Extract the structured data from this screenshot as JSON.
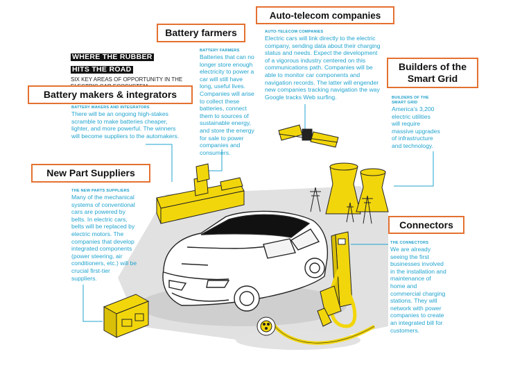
{
  "colors": {
    "accent_orange": "#e4702f",
    "text_blue": "#1fa3cf",
    "yellow": "#f2d60c",
    "shadow_gray": "#d8d8d8"
  },
  "title": {
    "line1": "WHERE THE RUBBER",
    "line2": "HITS THE ROAD",
    "subtitle": "SIX KEY AREAS OF OPPORTUNITY IN THE ELECTRIC CAR ECOSYSTEM"
  },
  "sections": {
    "auto_telecom": {
      "box_label": "Auto-telecom companies",
      "heading": "AUTO-TELECOM COMPANIES",
      "body": "Electric cars will link directly to the electric company, sending data about their charging status and needs. Expect the development of a vigorous industry centered on this communications path. Companies will be able to monitor car components and navigation records. The latter will engender new companies tracking navigation the way Google tracks Web surfing."
    },
    "battery_farmers": {
      "box_label": "Battery farmers",
      "heading": "BATTERY FARMERS",
      "body": "Batteries that can no longer store enough electricity to power a car will still have long, useful lives. Companies will arise to collect these batteries, connect them to sources of sustainable energy, and store the energy for sale to power companies and consumers."
    },
    "battery_makers": {
      "box_label": "Battery makers & integrators",
      "heading": "BATTERY MAKERS AND INTEGRATORS",
      "body": "There will be an ongoing high-stakes scramble to make batteries cheaper, lighter, and more powerful. The winners will become suppliers to the automakers."
    },
    "smart_grid": {
      "box_label": "Builders of the Smart Grid",
      "heading": "BUILDERS OF THE SMART GRID",
      "body": "America’s 3,200 electric utilities will require massive upgrades of infrastructure and technology."
    },
    "new_parts": {
      "box_label": "New Part Suppliers",
      "heading": "THE NEW PARTS SUPPLIERS",
      "body": "Many of the mechanical systems of conventional cars are powered by belts. In electric cars, belts will be replaced by electric motors. The companies that develop integrated components (power steering, air conditioners, etc.) will be crucial first-tier suppliers."
    },
    "connectors": {
      "box_label": "Connectors",
      "heading": "THE CONNECTORS",
      "body": "We are already seeing the first businesses involved in the installation and maintenance of home and commercial charging stations. They will network with power companies to create an integrated bill for customers."
    }
  }
}
